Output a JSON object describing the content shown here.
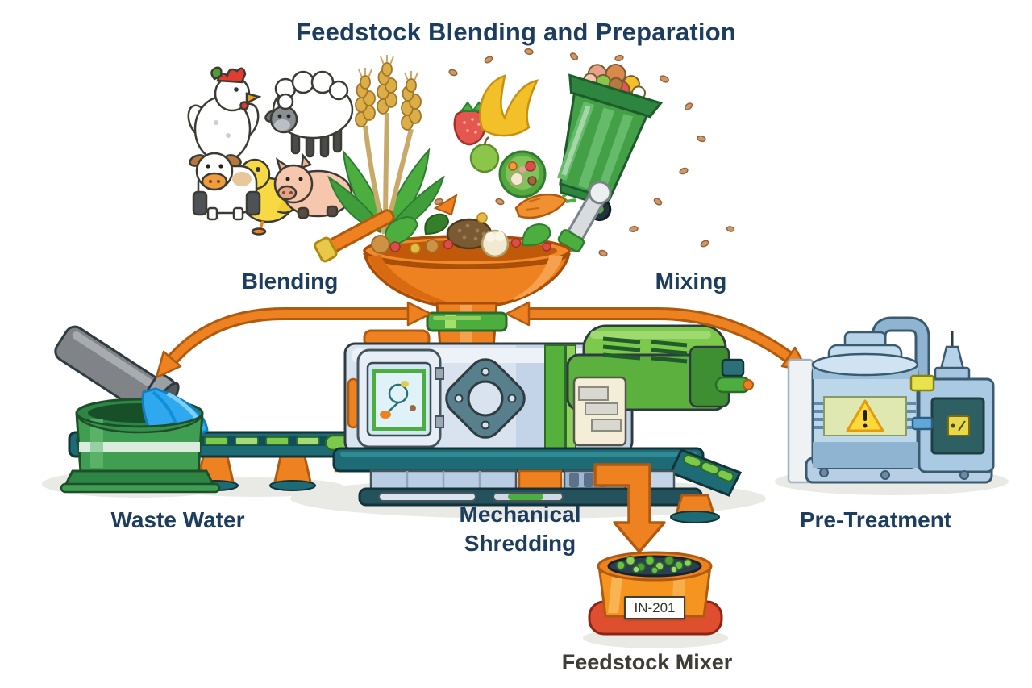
{
  "title": "Feedstock Blending and Preparation",
  "labels": {
    "blending": "Blending",
    "mixing": "Mixing",
    "waste_water": "Waste Water",
    "mechanical_shredding": "Mechanical Shredding",
    "pre_treatment": "Pre-Treatment",
    "feedstock_mixer": "Feedstock Mixer"
  },
  "bucket": {
    "tag": "IN-201"
  },
  "colors": {
    "heading_text": "#1d3d5f",
    "caption_text": "#403c36",
    "arrow_orange": "#ef8220",
    "arrow_outline": "#b05a10",
    "funnel_orange": "#ef8220",
    "machine_body_blue": "#d9e3f0",
    "machine_green": "#7dc94c",
    "platform_teal": "#1d6b74",
    "tank_green": "#3f9e52",
    "water_blue": "#2fa8ef",
    "pretreatment_blue": "#bcd6ea",
    "bucket_orange": "#f5951f",
    "bucket_base_red": "#dd4f2e",
    "bin_green": "#43a047",
    "warning_yellow": "#ffd93b",
    "background": "#ffffff"
  },
  "icons": [
    "chicken-icon",
    "duck-icon",
    "sheep-icon",
    "cow-icon",
    "pig-icon",
    "wheat-icon",
    "strawberry-icon",
    "banana-peel-icon",
    "apple-icon",
    "food-scraps-plate-icon",
    "carrot-icon",
    "carrot-chunk-icon",
    "scattered-seeds-icon",
    "trash-bin-icon",
    "funnel-icon",
    "spoon-handle-icon",
    "pestle-icon",
    "shredder-machine-icon",
    "inspection-window-icon",
    "conveyor-belt-icon",
    "waste-water-pipe-icon",
    "water-stream-icon",
    "waste-water-tank-icon",
    "pre-treatment-unit-icon",
    "warning-triangle-icon",
    "blending-arrow-icon",
    "mixing-arrow-icon",
    "output-arrow-icon",
    "feedstock-mixer-bucket-icon"
  ]
}
